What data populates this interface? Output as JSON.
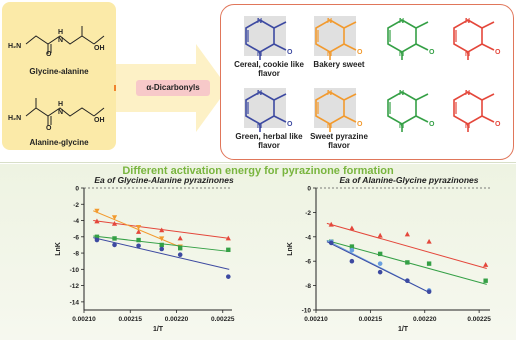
{
  "peptides": [
    {
      "name": "Glycine-alanine"
    },
    {
      "name": "Alanine-glycine"
    }
  ],
  "reagent_label": "α-Dicarbonyls",
  "structure_groups": [
    {
      "color": "#3d4aa1",
      "flavor": "Cereal, cookie like flavor"
    },
    {
      "color": "#f29a2e",
      "flavor": "Bakery sweet"
    },
    {
      "color": "#35a046",
      "flavor": ""
    },
    {
      "color": "#e4473b",
      "flavor": ""
    },
    {
      "color": "#3d4aa1",
      "flavor": "Green, herbal like flavor"
    },
    {
      "color": "#f29a2e",
      "flavor": "Sweet pyrazine flavor"
    },
    {
      "color": "#35a046",
      "flavor": ""
    },
    {
      "color": "#e4473b",
      "flavor": ""
    }
  ],
  "headline": "Different activation energy for pyrazinone formation",
  "chart_data": [
    {
      "type": "scatter",
      "title": "Ea of Glycine-Alanine pyrazinones",
      "xlabel": "1/T",
      "ylabel": "LnK",
      "xlim": [
        0.0021,
        0.00226
      ],
      "ylim": [
        -15,
        0
      ],
      "xticks": [
        "0.00210",
        "0.00215",
        "0.00220",
        "0.00225"
      ],
      "yticks": [
        "0",
        "-2",
        "-4",
        "-6",
        "-8",
        "-10",
        "-12",
        "-14"
      ],
      "grid": false,
      "series": [
        {
          "color": "#e4473b",
          "marker": "triangle",
          "x": [
            0.002114,
            0.002133,
            0.002159,
            0.002184,
            0.002204,
            0.002256
          ],
          "y": [
            -4.1,
            -4.4,
            -5.4,
            -5.2,
            -6.2,
            -6.2
          ],
          "fit": [
            [
              0.00211,
              -4.0
            ],
            [
              0.002257,
              -6.2
            ]
          ]
        },
        {
          "color": "#f29a2e",
          "marker": "triangle-down",
          "x": [
            0.002114,
            0.002133,
            0.002159,
            0.002184,
            0.002204
          ],
          "y": [
            -2.8,
            -3.6,
            -4.8,
            -6.2,
            -7.2
          ],
          "fit": [
            [
              0.00211,
              -2.8
            ],
            [
              0.002205,
              -7.3
            ]
          ]
        },
        {
          "color": "#35a046",
          "marker": "square",
          "x": [
            0.002114,
            0.002133,
            0.002159,
            0.002184,
            0.002204,
            0.002256
          ],
          "y": [
            -6.0,
            -6.2,
            -6.4,
            -7.0,
            -7.4,
            -7.6
          ],
          "fit": [
            [
              0.00211,
              -5.9
            ],
            [
              0.002257,
              -7.8
            ]
          ]
        },
        {
          "color": "#3d4aa1",
          "marker": "circle",
          "x": [
            0.002114,
            0.002133,
            0.002159,
            0.002184,
            0.002204,
            0.002256
          ],
          "y": [
            -6.4,
            -7.0,
            -7.1,
            -7.5,
            -8.2,
            -10.9
          ],
          "fit": [
            [
              0.00211,
              -6.1
            ],
            [
              0.002257,
              -10.0
            ]
          ]
        }
      ]
    },
    {
      "type": "scatter",
      "title": "Ea of Alanine-Glycine pyrazinones",
      "xlabel": "1/T",
      "ylabel": "LnK",
      "xlim": [
        0.0021,
        0.00226
      ],
      "ylim": [
        -10,
        0
      ],
      "xticks": [
        "0.00210",
        "0.00215",
        "0.00220",
        "0.00225"
      ],
      "yticks": [
        "0",
        "-2",
        "-4",
        "-6",
        "-8",
        "-10"
      ],
      "grid": false,
      "series": [
        {
          "color": "#e4473b",
          "marker": "triangle",
          "x": [
            0.002114,
            0.002133,
            0.002159,
            0.002184,
            0.002204,
            0.002256
          ],
          "y": [
            -3.0,
            -3.3,
            -3.9,
            -3.8,
            -4.4,
            -6.3
          ],
          "fit": [
            [
              0.00211,
              -2.9
            ],
            [
              0.002257,
              -6.6
            ]
          ]
        },
        {
          "color": "#35a046",
          "marker": "square",
          "x": [
            0.002114,
            0.002133,
            0.002159,
            0.002184,
            0.002204,
            0.002256
          ],
          "y": [
            -4.4,
            -4.8,
            -5.4,
            -6.1,
            -6.2,
            -7.6
          ],
          "fit": [
            [
              0.00211,
              -4.3
            ],
            [
              0.002257,
              -7.9
            ]
          ]
        },
        {
          "color": "#6aa0e0",
          "marker": "circle",
          "x": [
            0.002114,
            0.002133,
            0.002159,
            0.002184,
            0.002204
          ],
          "y": [
            -4.4,
            -5.1,
            -6.2,
            -7.6,
            -8.4
          ],
          "fit": [
            [
              0.00211,
              -4.3
            ],
            [
              0.002205,
              -8.6
            ]
          ]
        },
        {
          "color": "#3d4aa1",
          "marker": "circle",
          "x": [
            0.002114,
            0.002133,
            0.002159,
            0.002184,
            0.002204
          ],
          "y": [
            -4.5,
            -6.0,
            -6.9,
            -7.6,
            -8.5
          ],
          "fit": [
            [
              0.00211,
              -4.4
            ],
            [
              0.002205,
              -8.6
            ]
          ]
        }
      ]
    }
  ]
}
